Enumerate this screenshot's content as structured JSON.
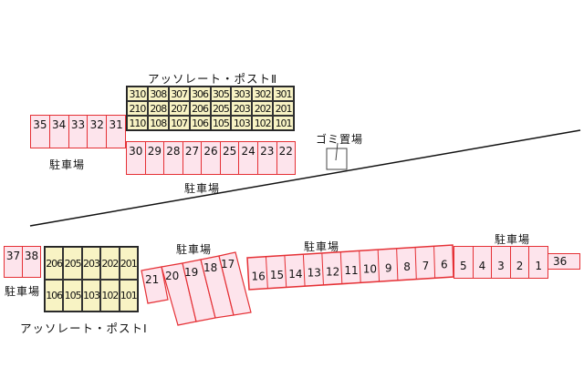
{
  "map": {
    "colors": {
      "building_fill": "#f8f3c4",
      "parking_fill": "#fde4ec",
      "parking_border": "#e53035",
      "road_line": "#111111"
    },
    "building_2": {
      "title": "アッソレート・ポストⅡ",
      "rows": [
        [
          "310",
          "308",
          "307",
          "306",
          "305",
          "303",
          "302",
          "301"
        ],
        [
          "210",
          "208",
          "207",
          "206",
          "205",
          "203",
          "202",
          "201"
        ],
        [
          "110",
          "108",
          "107",
          "106",
          "105",
          "103",
          "102",
          "101"
        ]
      ]
    },
    "building_1": {
      "title": "アッソレート・ポストⅠ",
      "rows": [
        [
          "206",
          "205",
          "203",
          "202",
          "201"
        ],
        [
          "106",
          "105",
          "103",
          "102",
          "101"
        ]
      ]
    },
    "parking_labels": [
      "駐車場",
      "駐車場",
      "駐車場",
      "駐車場",
      "駐車場",
      "駐車場"
    ],
    "garbage_label": "ゴミ置場",
    "parking_35_31": [
      "35",
      "34",
      "33",
      "32",
      "31"
    ],
    "parking_30_22": [
      "30",
      "29",
      "28",
      "27",
      "26",
      "25",
      "24",
      "23",
      "22"
    ],
    "parking_37_38": [
      "37",
      "38"
    ],
    "parking_21_17": [
      "21",
      "20",
      "19",
      "18",
      "17"
    ],
    "parking_16_6": [
      "16",
      "15",
      "14",
      "13",
      "12",
      "11",
      "10",
      "9",
      "8",
      "7",
      "6"
    ],
    "parking_5_1": [
      "5",
      "4",
      "3",
      "2",
      "1"
    ],
    "parking_36": "36"
  }
}
